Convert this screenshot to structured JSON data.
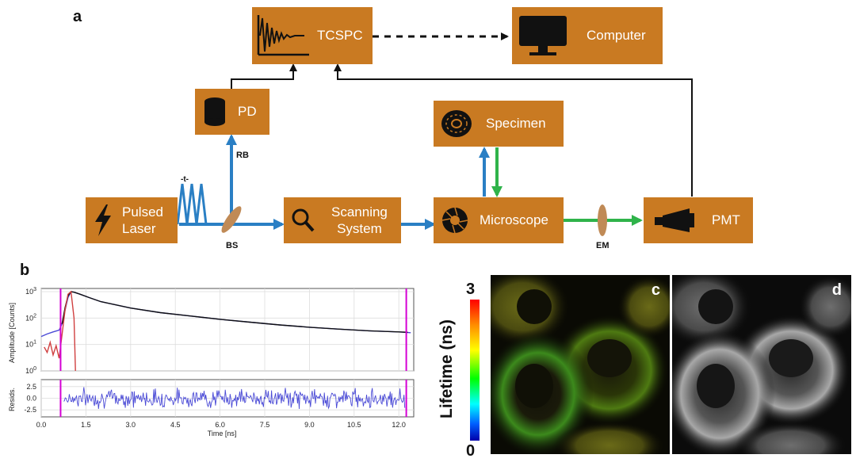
{
  "panels": {
    "a": "a",
    "b": "b",
    "c": "c",
    "d": "d"
  },
  "diagram": {
    "nodes": {
      "tcspc": "TCSPC",
      "computer": "Computer",
      "pd": "PD",
      "specimen": "Specimen",
      "pulsed_laser": "Pulsed\nLaser",
      "scanning_system": "Scanning\nSystem",
      "microscope": "Microscope",
      "pmt": "PMT"
    },
    "labels": {
      "rb": "RB",
      "bs": "BS",
      "em": "EM",
      "pulse_t": "-t-"
    },
    "colors": {
      "box": "#c97a22",
      "excitation": "#2a7fc4",
      "emission": "#2fb34a",
      "signal": "#111111"
    }
  },
  "chart_data": {
    "type": "line",
    "upper": {
      "ylabel": "Amplitude [Counts]",
      "yscale": "log",
      "ytick_labels": [
        "10^0",
        "10^1",
        "10^2",
        "10^3"
      ],
      "ylim": [
        1,
        1000
      ],
      "series": [
        {
          "color": "#4a4ad6",
          "x": [
            0.0,
            0.2,
            0.4,
            0.6,
            0.7,
            0.8,
            0.9,
            1.0,
            1.1,
            1.3,
            1.6,
            2.0,
            3.0,
            4.0,
            5.0,
            6.0,
            7.0,
            8.0,
            9.0,
            10.0,
            11.0,
            12.0,
            12.4
          ],
          "y": [
            20,
            25,
            30,
            35,
            60,
            200,
            600,
            1000,
            950,
            800,
            600,
            420,
            240,
            160,
            120,
            90,
            70,
            55,
            45,
            38,
            33,
            30,
            28
          ]
        },
        {
          "color": "#111111",
          "x": [
            0.7,
            0.8,
            0.9,
            1.0,
            1.1,
            1.3,
            1.6,
            2.0,
            3.0,
            4.0,
            5.0,
            6.0,
            7.0,
            8.0,
            9.0,
            10.0,
            11.0,
            12.0,
            12.3
          ],
          "y": [
            60,
            250,
            700,
            1000,
            950,
            800,
            600,
            420,
            240,
            160,
            120,
            90,
            70,
            55,
            45,
            38,
            33,
            30,
            29
          ]
        },
        {
          "color": "#d04040",
          "x": [
            0.1,
            0.2,
            0.3,
            0.4,
            0.5,
            0.6,
            0.8,
            0.9,
            1.0,
            1.1,
            1.15
          ],
          "y": [
            8,
            5,
            12,
            4,
            9,
            3,
            200,
            800,
            1000,
            100,
            1
          ]
        }
      ],
      "markers": [
        {
          "x": 0.65,
          "color": "#d400d4"
        },
        {
          "x": 12.25,
          "color": "#d400d4"
        }
      ]
    },
    "lower": {
      "ylabel": "Resids.",
      "ytick_labels": [
        "2.5",
        "0.0",
        "-2.5"
      ],
      "yticks": [
        2.5,
        0.0,
        -2.5
      ],
      "ylim": [
        -4,
        4
      ]
    },
    "xlabel": "Time [ns]",
    "xlim": [
      0.0,
      12.5
    ],
    "xticks": [
      0.0,
      1.5,
      3.0,
      4.5,
      6.0,
      7.5,
      9.0,
      10.5,
      12.0
    ],
    "xtick_labels": [
      "0.0",
      "1.5",
      "3.0",
      "4.5",
      "6.0",
      "7.5",
      "9.0",
      "10.5",
      "12.0"
    ]
  },
  "colorbar": {
    "title": "Lifetime (ns)",
    "max_label": "3",
    "min_label": "0",
    "range": [
      0,
      3
    ]
  }
}
